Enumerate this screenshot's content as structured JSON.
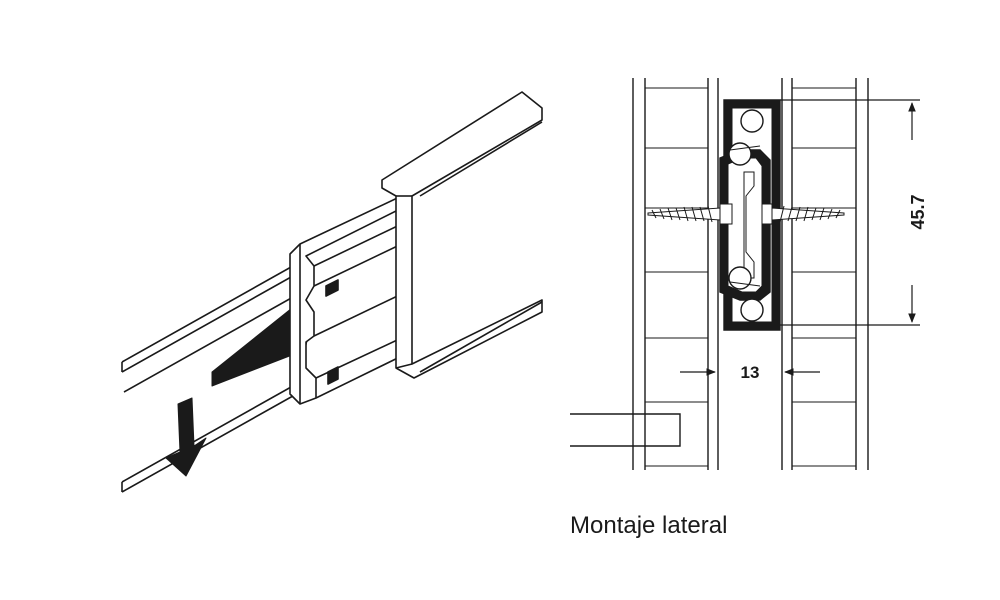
{
  "diagram": {
    "dimension_height": "45.7",
    "dimension_gap": "13",
    "caption": "Montaje lateral",
    "line_color": "#1a1a1a",
    "fill_color": "#ffffff"
  }
}
